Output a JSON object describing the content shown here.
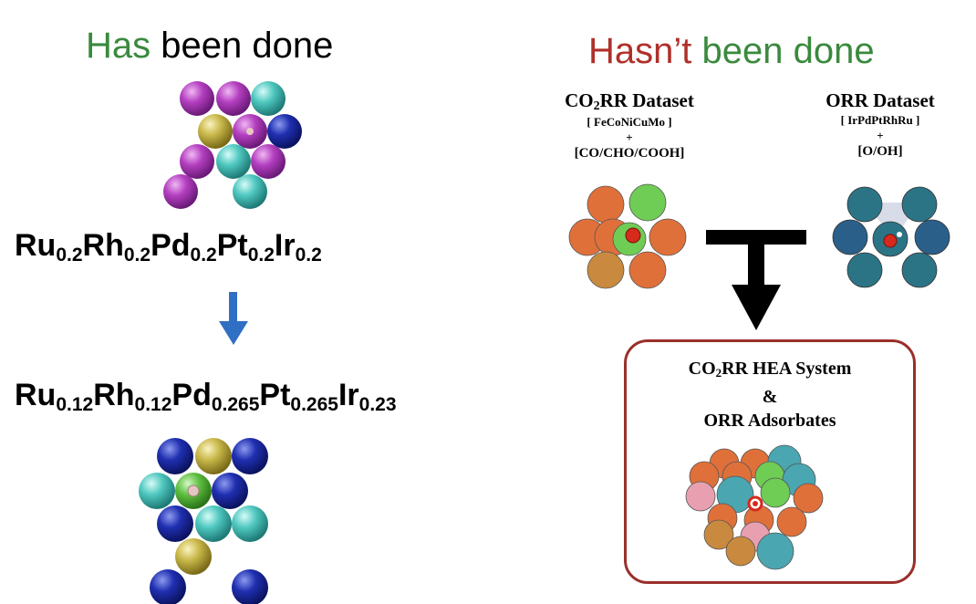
{
  "left": {
    "heading": {
      "part1": "Has",
      "part2": " been done"
    },
    "formula_initial": [
      {
        "el": "Ru",
        "x": "0.2"
      },
      {
        "el": "Rh",
        "x": "0.2"
      },
      {
        "el": "Pd",
        "x": "0.2"
      },
      {
        "el": "Pt",
        "x": "0.2"
      },
      {
        "el": "Ir",
        "x": "0.2"
      }
    ],
    "formula_optimized": [
      {
        "el": "Ru",
        "x": "0.12"
      },
      {
        "el": "Rh",
        "x": "0.12"
      },
      {
        "el": "Pd",
        "x": "0.265"
      },
      {
        "el": "Pt",
        "x": "0.265"
      },
      {
        "el": "Ir",
        "x": "0.23"
      }
    ]
  },
  "right": {
    "heading": {
      "part1": "Hasn’t",
      "part2": " been done"
    },
    "co2rr_dataset": {
      "title_pre": "CO",
      "title_sub": "2",
      "title_post": "RR Dataset",
      "elements": "[ FeCoNiCuMo ]",
      "plus": "+",
      "adsorbates": "[CO/CHO/COOH]"
    },
    "orr_dataset": {
      "title": "ORR Dataset",
      "elements": "[ IrPdPtRhRu ]",
      "plus": "+",
      "adsorbates": "[O/OH]"
    },
    "hea_box": {
      "line1_pre": "CO",
      "line1_sub": "2",
      "line1_post": "RR HEA System",
      "line2": "&",
      "line3": "ORR Adsorbates"
    }
  },
  "colors": {
    "green_text": "#3a8a3e",
    "red_text": "#b0302a",
    "blue_arrow": "#2f6fc4",
    "box_border": "#9b2f2a",
    "purple_atom": "#b43fc0",
    "cyan_atom": "#4fc8c0",
    "navy_atom": "#1f2fb0",
    "gold_atom": "#c8b84a",
    "orange_atom": "#e0703a",
    "tan_atom": "#c98a3f",
    "lightgreen_atom": "#6fcc55",
    "teal_atom": "#4aa6b0",
    "darkteal_atom": "#2b7486",
    "pink_atom": "#e8a0b0"
  },
  "icons": {
    "top_left_structure": "atomic-surface-structure",
    "bottom_left_structure": "atomic-surface-structure",
    "co2rr_structure": "adsorbate-site-structure",
    "orr_structure": "adsorbate-site-structure",
    "hea_structure": "adsorbate-site-structure",
    "down_arrow": "arrow-down-icon",
    "merge_arrow": "merge-arrow-icon"
  }
}
